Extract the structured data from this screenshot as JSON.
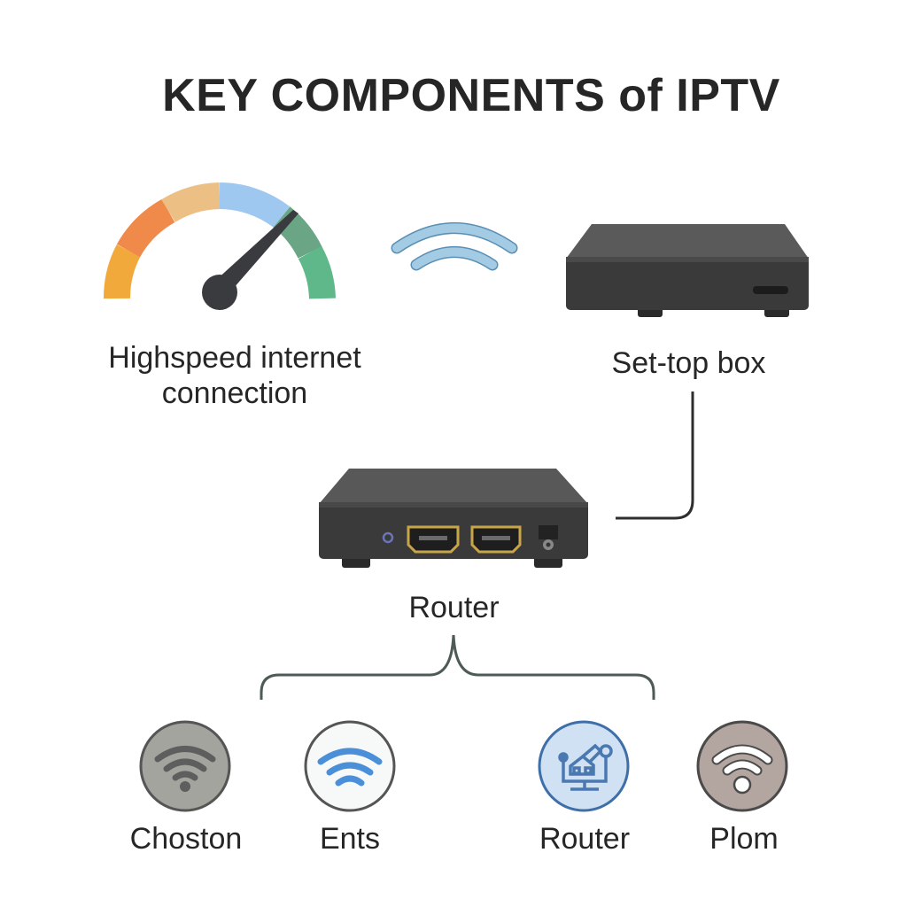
{
  "title": "KEY COMPONENTS of IPTV",
  "components": {
    "internet": {
      "label_line1": "Highspeed internet",
      "label_line2": "connection",
      "icon": "speedometer-icon"
    },
    "wireless": {
      "icon": "wireless-signal-icon"
    },
    "settop": {
      "label": "Set-top box",
      "icon": "set-top-box-icon"
    },
    "router": {
      "label": "Router",
      "icon": "router-device-icon"
    }
  },
  "devices": [
    {
      "label": "Choston",
      "icon": "wifi-icon"
    },
    {
      "label": "Ents",
      "icon": "wifi-icon"
    },
    {
      "label": "Router",
      "icon": "network-router-icon"
    },
    {
      "label": "Plom",
      "icon": "wifi-icon"
    }
  ],
  "colors": {
    "gauge": [
      "#f2a93b",
      "#ef8a4a",
      "#ecc085",
      "#9ec8ef",
      "#6fae8c",
      "#5fb88a"
    ],
    "device_dark": "#3a3a3a",
    "hdmi_gold": "#c8a648",
    "wifi_blue": "#4a8fd8"
  }
}
